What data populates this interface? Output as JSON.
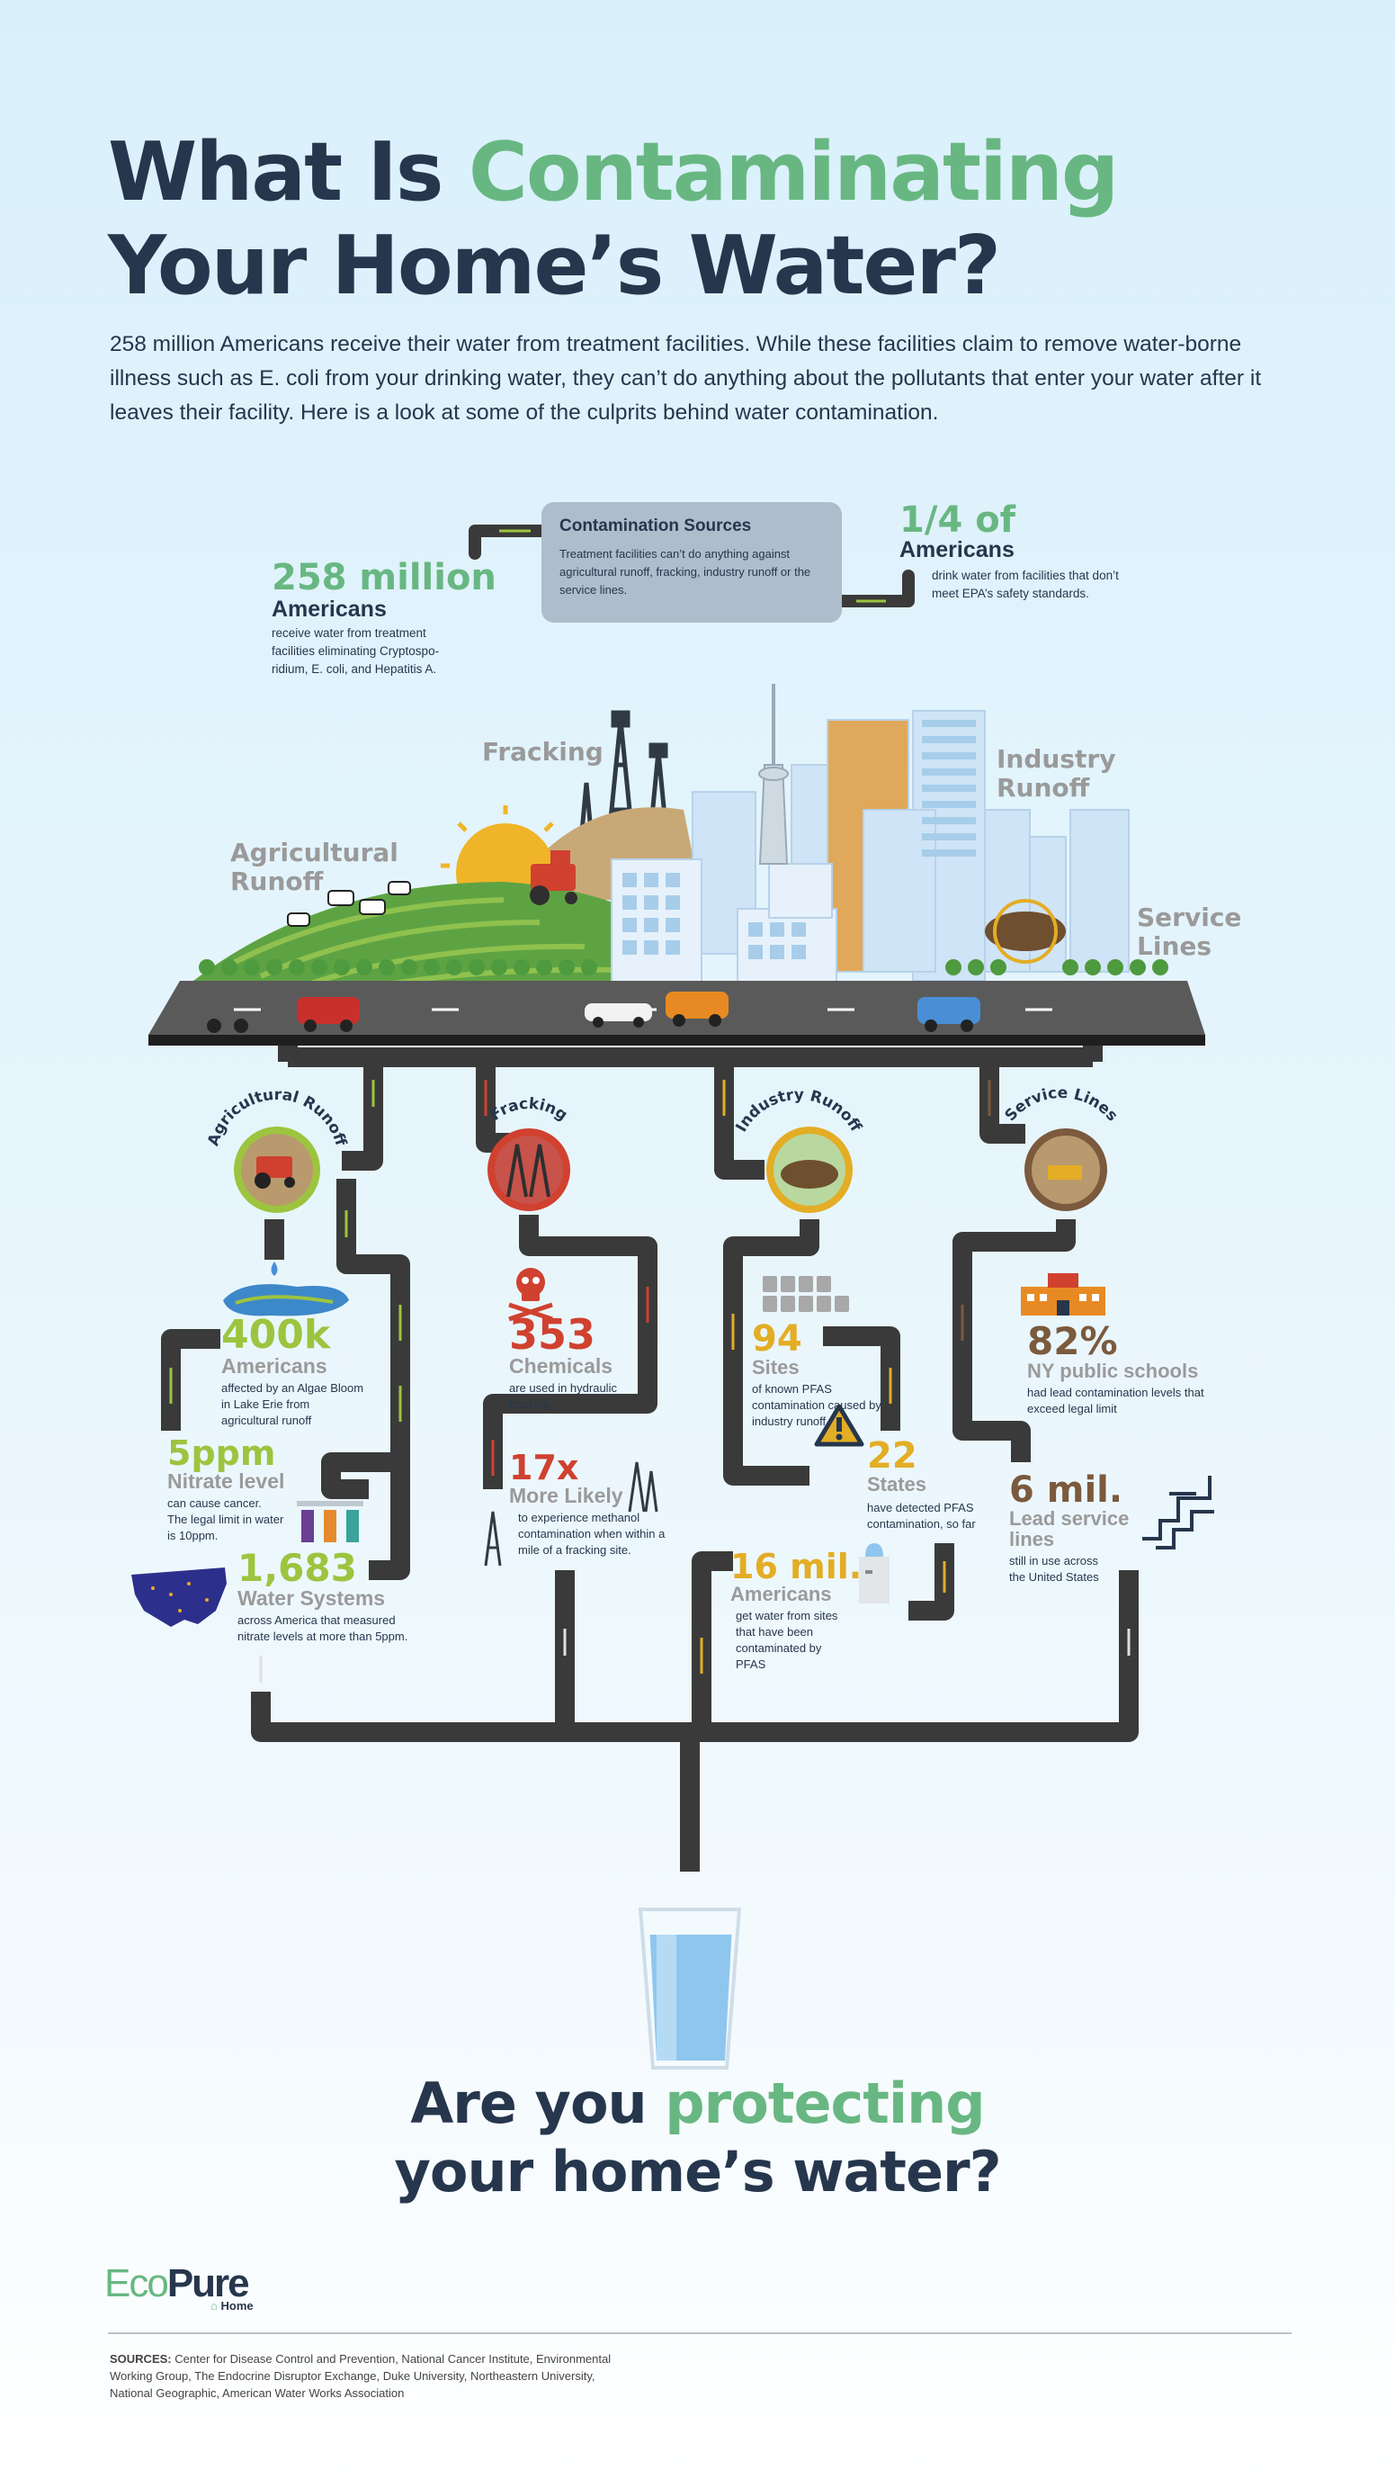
{
  "title": {
    "line1_a": "What Is ",
    "line1_b": "Contaminating",
    "line2": "Your Home’s Water?"
  },
  "intro": "258 million Americans receive their water from treatment facilities. While these facilities claim to remove water-borne illness such as E. coli from your drinking water, they can’t do anything about the pollutants that enter your water after it leaves their facility. Here is a look at some of the culprits behind water contamination.",
  "top_stats": {
    "left": {
      "number": "258 million",
      "label": "Americans",
      "desc": "receive water from treatment facilities eliminating Cryptospo-ridium, E. coli, and Hepatitis A."
    },
    "box": {
      "title": "Contamination Sources",
      "desc": "Treatment facilities can’t do anything against agricultural runoff, fracking, industry runoff or the service lines."
    },
    "right": {
      "number": "1/4 of",
      "label": "Americans",
      "desc": "drink water from facilities that don’t meet EPA’s safety standards."
    }
  },
  "scene_labels": {
    "fracking": "Fracking",
    "agricultural": "Agricultural Runoff",
    "industry": "Industry Runoff",
    "service": "Service Lines"
  },
  "circle_labels": {
    "agricultural": "Agricultural Runoff",
    "fracking": "Fracking",
    "industry": "Industry Runoff",
    "service": "Service Lines"
  },
  "stats": {
    "s400k": {
      "number": "400k",
      "label": "Americans",
      "desc": "affected by an Algae Bloom in Lake Erie from agricultural runoff"
    },
    "s5ppm": {
      "number": "5ppm",
      "label": "Nitrate level",
      "desc": "can cause cancer. The legal limit in water is 10ppm."
    },
    "s1683": {
      "number": "1,683",
      "label": "Water Systems",
      "desc": "across America that measured nitrate levels at more than 5ppm."
    },
    "s353": {
      "number": "353",
      "label": "Chemicals",
      "desc": "are used in hydraulic fracking"
    },
    "s17x": {
      "number": "17x",
      "label": "More Likely",
      "desc": "to experience methanol contamination when within a mile of a fracking site."
    },
    "s94": {
      "number": "94",
      "label": "Sites",
      "desc": "of known PFAS contamination caused by industry runoff"
    },
    "s22": {
      "number": "22",
      "label": "States",
      "desc": "have detected PFAS contamination, so far"
    },
    "s16mil": {
      "number": "16 mil.",
      "label": "Americans",
      "desc": "get water from sites that have been contaminated by PFAS"
    },
    "s82": {
      "number": "82%",
      "label": "NY public schools",
      "desc": "had lead contamination levels that exceed legal limit"
    },
    "s6mil": {
      "number": "6 mil.",
      "label": "Lead service lines",
      "desc": "still in use across the United States"
    }
  },
  "cta": {
    "a": "Are you ",
    "b": "protecting",
    "c": "your home’s water?"
  },
  "logo": {
    "eco": "Eco",
    "pure": "Pure",
    "home": "Home"
  },
  "sources": {
    "label": "SOURCES:",
    "text": "Center for Disease Control and Prevention, National Cancer Institute, Environmental Working Group, The Endocrine Disruptor Exchange, Duke University, Northeastern University, National Geographic, American Water Works Association"
  },
  "colors": {
    "navy": "#26364d",
    "green": "#68b782",
    "lime": "#9dc43f",
    "red": "#d0412f",
    "yellow": "#e3ad25",
    "brown": "#7b5a3d",
    "pipe": "#3a3a3a"
  }
}
